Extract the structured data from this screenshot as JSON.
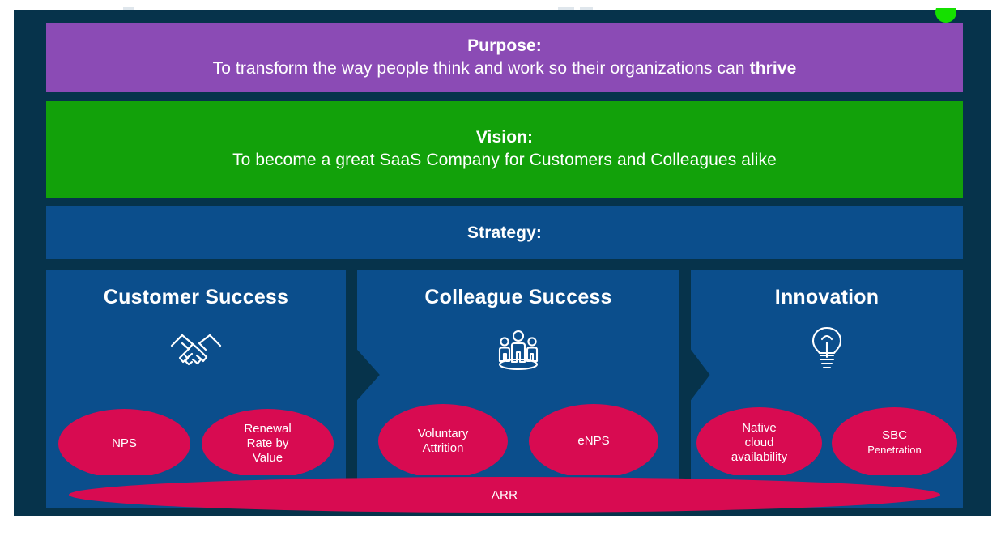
{
  "slide": {
    "background_color": "#06334b",
    "purpose": {
      "heading": "Purpose:",
      "body_before": "To transform the way people think and work so their organizations can ",
      "body_emphasis": "thrive",
      "color": "#8b4bb5"
    },
    "vision": {
      "heading": "Vision:",
      "body": "To become a great SaaS Company for Customers and Colleagues alike",
      "color": "#12a10a"
    },
    "strategy": {
      "heading": "Strategy:",
      "color": "#0b4e8c"
    },
    "pillars": [
      {
        "title": "Customer Success",
        "icon": "handshake-icon",
        "metrics": [
          {
            "lines": [
              "NPS"
            ]
          },
          {
            "lines": [
              "Renewal",
              "Rate by",
              "Value"
            ]
          }
        ]
      },
      {
        "title": "Colleague Success",
        "icon": "people-group-icon",
        "metrics": [
          {
            "lines": [
              "Voluntary",
              "Attrition"
            ]
          },
          {
            "lines": [
              "eNPS"
            ]
          }
        ]
      },
      {
        "title": "Innovation",
        "icon": "lightbulb-icon",
        "metrics": [
          {
            "lines": [
              "Native",
              "cloud",
              "availability"
            ]
          },
          {
            "main": "SBC",
            "sub": "Penetration"
          }
        ]
      }
    ],
    "arr": {
      "label": "ARR",
      "color": "#d80b51"
    },
    "accent_colors": {
      "pillar_blue": "#0b4e8c",
      "metric_pink": "#d80b51",
      "status_dot_green": "#15e000"
    }
  }
}
